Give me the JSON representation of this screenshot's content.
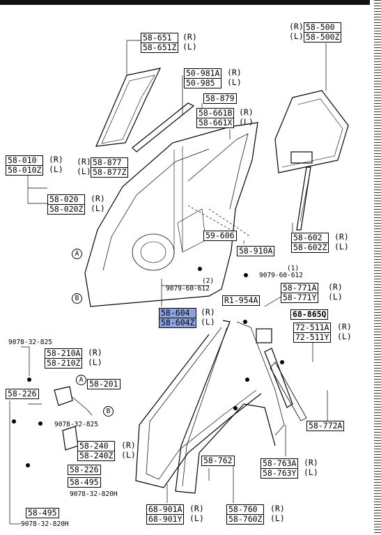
{
  "parts": {
    "p58_651": "58-651",
    "p58_651z": "58-651Z",
    "p50_981a": "50-981A",
    "p50_985": "50-985",
    "p58_879": "58-879",
    "p58_661b": "58-661B",
    "p58_661x": "58-661X",
    "p58_877": "58-877",
    "p58_877z": "58-877Z",
    "p58_010": "58-010",
    "p58_010z": "58-010Z",
    "p58_020": "58-020",
    "p58_020z": "58-020Z",
    "p58_500": "58-500",
    "p58_500z": "58-500Z",
    "p58_602": "58-602",
    "p58_602z": "58-602Z",
    "p59_606": "59-606",
    "p58_910a": "58-910A",
    "p58_771a": "58-771A",
    "p58_771y": "58-771Y",
    "pR1_954a": "R1-954A",
    "p58_604": "58-604",
    "p58_604z": "58-604Z",
    "p68_865q": "68-865Q",
    "p72_511a": "72-511A",
    "p72_511y": "72-511Y",
    "p58_210a": "58-210A",
    "p58_210z": "58-210Z",
    "p58_201": "58-201",
    "p58_226a": "58-226",
    "p58_226b": "58-226",
    "p58_240": "58-240",
    "p58_240z": "58-240Z",
    "p58_495a": "58-495",
    "p58_495b": "58-495",
    "p58_772a": "58-772A",
    "p58_762": "58-762",
    "p58_763a": "58-763A",
    "p58_763y": "58-763Y",
    "p68_901a": "68-901A",
    "p68_901y": "68-901Y",
    "p58_760": "58-760",
    "p58_760z": "58-760Z"
  },
  "side_labels": {
    "right": "(R)",
    "left": "(L)"
  },
  "bolts": {
    "b9079_60_612_a": "9079-60-612",
    "b9079_60_612_b": "9079-60-612",
    "b9078_32_825_a": "9078-32-825",
    "b9078_32_825_b": "9078-32-825",
    "b9078_32_820h_a": "9078-32-820H",
    "b9078_32_820h_b": "9078-32-820H"
  },
  "notes": {
    "n1": "(1)",
    "n2": "(2)"
  },
  "callouts": {
    "a": "A",
    "b": "B"
  }
}
